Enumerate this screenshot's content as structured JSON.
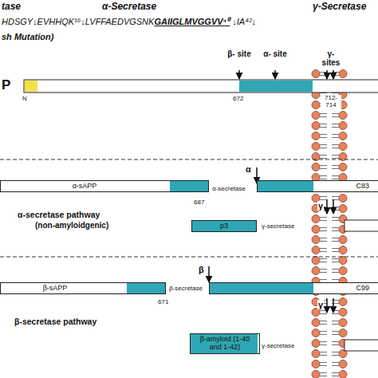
{
  "diagram": {
    "nodes": [
      {
        "text": [
          "α-sAPP"
        ]
      },
      {
        "text": [
          "C83"
        ]
      },
      {
        "text": [
          "p3"
        ]
      },
      {
        "text": [
          "β-sAPP"
        ]
      },
      {
        "text": [
          "C99"
        ]
      },
      {
        "text": [
          "β-amyloid (1-40 and 1-42)"
        ]
      }
    ],
    "labels": [
      "tase",
      "α-Secretase",
      "γ-Secretase",
      "HDSGY↓EVHHQK¹⁶↓LVFFAEDVGSNK",
      "GAIIGLMVGGVV⁴⁰",
      "↓IA⁴²↓",
      "sh Mutation)",
      "P",
      "N",
      "β- site",
      "α- site",
      "γ- sites",
      "672",
      "712- 714",
      "687",
      "α-secretase",
      "α",
      "α-secretase pathway",
      "(non-amyloidgenic)",
      "γ-secretase",
      "γ",
      "β",
      "β-secretase",
      "671",
      "β-secretase pathway",
      "γ",
      "γ-secretase"
    ]
  }
}
